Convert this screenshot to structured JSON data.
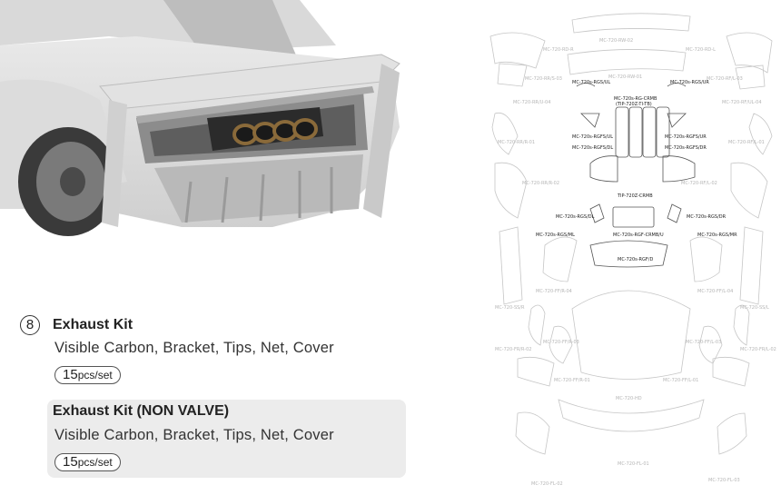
{
  "sections": [
    {
      "number": "8",
      "title": "Exhaust Kit",
      "description": "Visible Carbon, Bracket, Tips, Net, Cover",
      "qty_value": "15",
      "qty_unit": "pcs/set"
    },
    {
      "title": "Exhaust Kit (NON VALVE)",
      "description": "Visible Carbon, Bracket, Tips, Net, Cover",
      "qty_value": "15",
      "qty_unit": "pcs/set"
    }
  ],
  "diagram_labels": {
    "rw02": "MC-720-RW-02",
    "rdr": "MC-720-RD-R",
    "rdl": "MC-720-RD-L",
    "rw01": "MC-720-RW-01",
    "rrsur": "MC-720-RR/S-03",
    "rrsul": "MC-720-RF/L-03",
    "rgsul": "MC-720s-RGS/UL",
    "rgsur": "MC-720s-RGS/UR",
    "rgcrmb": "MC-720s-RG-CRMB",
    "tip": "(TIP-720Z-TI-TB)",
    "rrul04": "MC-720-RR/U-04",
    "rful04": "MC-720-RF/UL-04",
    "rgfsul": "MC-720s-RGFS/UL",
    "rgfsur": "MC-720s-RGFS/UR",
    "rgfsdl": "MC-720s-RGFS/DL",
    "rgfsdr": "MC-720s-RGFS/DR",
    "rrr01": "MC-720-RR/R-01",
    "rfl01": "MC-720-RF/L-01",
    "rrr02": "MC-720-RR/R-02",
    "rfl02": "MC-720-RF/L-02",
    "tipcrmb": "TIP-720Z-CRMB",
    "rgsdl": "MC-720s-RGS/DL",
    "rgsdr": "MC-720s-RGS/DR",
    "rgsml": "MC-720s-RGS/ML",
    "rgfcrmbu": "MC-720s-RGF-CRMB/U",
    "rgsmr": "MC-720s-RGS/MR",
    "rgfd": "MC-720s-RGF/D",
    "frr04": "MC-720-FF/R-04",
    "ffl04": "MC-720-FF/L-04",
    "ssr": "MC-720-SS/R",
    "ssl": "MC-720-SS/L",
    "frr03": "MC-720-FF/R-03",
    "ffl03": "MC-720-FF/L-03",
    "frr02": "MC-720-FR/R-02",
    "frl02": "MC-720-FR/L-02",
    "frr01": "MC-720-FF/R-01",
    "ffl01": "MC-720-FF/L-01",
    "hd": "MC-720-HD",
    "fl01": "MC-720-FL-01",
    "fl02r": "MC-720-FL-02",
    "fl02l": "MC-720-FL-03"
  }
}
